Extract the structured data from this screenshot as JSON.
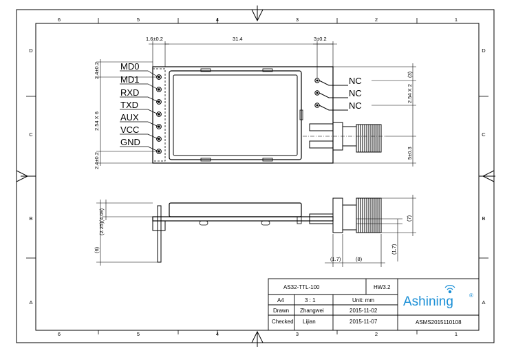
{
  "frame": {
    "col_labels": [
      "6",
      "5",
      "4",
      "3",
      "2",
      "1"
    ],
    "row_labels": [
      "D",
      "C",
      "B",
      "A"
    ]
  },
  "top_view": {
    "pins": [
      "MD0",
      "MD1",
      "RXD",
      "TXD",
      "AUX",
      "VCC",
      "GND"
    ],
    "nc_labels": [
      "NC",
      "NC",
      "NC"
    ],
    "dims": {
      "pin_width": "1.6±0.2",
      "length": "31.4",
      "nc_offset": "3±0.2",
      "pitch": "2.54 X 6",
      "top_edge": "2.4±0.2",
      "bottom_edge": "2.4±0.2",
      "nc_top": "(3)",
      "nc_pitch": "2.54 X 2",
      "ant_offset": "5±0.3"
    }
  },
  "side_view": {
    "dims": {
      "body_height": "(2.25)(4.09)",
      "pin_length": "(6)",
      "ant_height": "(7)",
      "ant_small": "(1.7)",
      "ant_flange": "(1.7)",
      "ant_length": "(8)"
    }
  },
  "title_block": {
    "model": "AS32-TTL-100",
    "hw": "HW3.2",
    "size": "A4",
    "scale": "3 : 1",
    "unit": "Unit: mm",
    "drawn_label": "Drawn",
    "drawn_by": "Zhangwei",
    "drawn_date": "2015-11-02",
    "checked_label": "Checked",
    "checked_by": "Lijian",
    "checked_date": "2015-11-07",
    "brand": "Ashining",
    "reg_mark": "®",
    "doc_no": "ASMS2015110108"
  }
}
